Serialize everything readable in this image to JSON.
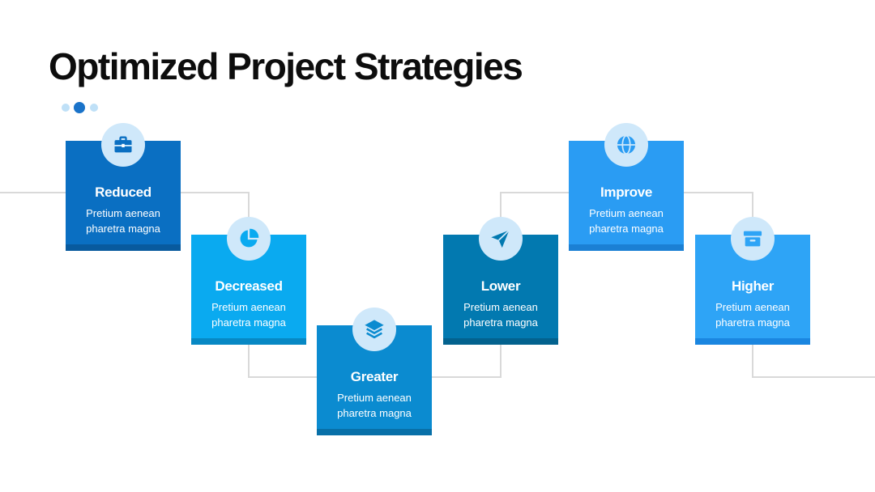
{
  "title": "Optimized Project Strategies",
  "steps": [
    {
      "label": "Reduced",
      "desc": "Pretium aenean pharetra magna",
      "icon": "briefcase-icon",
      "color": "#0a6fc2",
      "bar": "#085a9e"
    },
    {
      "label": "Decreased",
      "desc": "Pretium aenean pharetra magna",
      "icon": "pie-chart-icon",
      "color": "#0aaaf0",
      "bar": "#0788c4"
    },
    {
      "label": "Greater",
      "desc": "Pretium aenean pharetra magna",
      "icon": "layers-icon",
      "color": "#0b8bd0",
      "bar": "#0870a8"
    },
    {
      "label": "Lower",
      "desc": "Pretium aenean pharetra magna",
      "icon": "paper-plane-icon",
      "color": "#0279b0",
      "bar": "#03628e"
    },
    {
      "label": "Improve",
      "desc": "Pretium aenean pharetra magna",
      "icon": "globe-icon",
      "color": "#2a9cf3",
      "bar": "#1b80d4"
    },
    {
      "label": "Higher",
      "desc": "Pretium aenean pharetra magna",
      "icon": "archive-box-icon",
      "color": "#2ea4f6",
      "bar": "#1a86e0"
    }
  ]
}
